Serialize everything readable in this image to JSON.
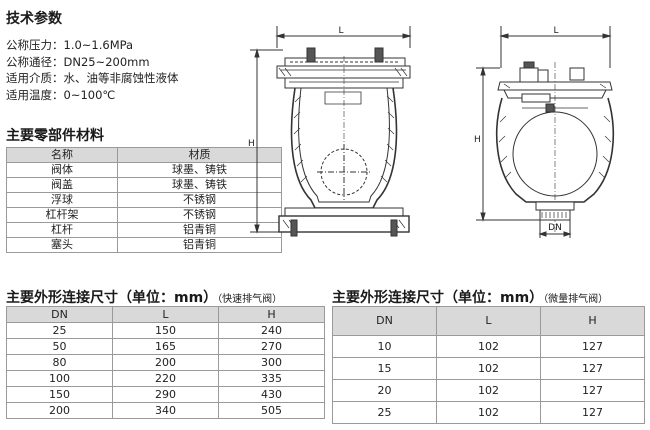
{
  "tech_params": {
    "title": "技术参数",
    "items": [
      {
        "label": "公称压力：",
        "value": "1.0~1.6MPa"
      },
      {
        "label": "公称通径：",
        "value": "DN25~200mm"
      },
      {
        "label": "适用介质：",
        "value": "水、油等非腐蚀性液体"
      },
      {
        "label": "适用温度：",
        "value": "0~100℃"
      }
    ]
  },
  "materials": {
    "title": "主要零部件材料",
    "headers": [
      "名称",
      "材质"
    ],
    "rows": [
      [
        "阀体",
        "球墨、铸铁"
      ],
      [
        "阀盖",
        "球墨、铸铁"
      ],
      [
        "浮球",
        "不锈钢"
      ],
      [
        "杠杆架",
        "不锈钢"
      ],
      [
        "杠杆",
        "铝青铜"
      ],
      [
        "塞头",
        "铝青铜"
      ]
    ]
  },
  "drawings": {
    "left": {
      "dim_width": "L",
      "dim_height": "H"
    },
    "right": {
      "dim_width": "L",
      "dim_height": "H",
      "dim_dn": "DN"
    }
  },
  "dims_fast": {
    "title": "主要外形连接尺寸（单位：mm）",
    "note": "（快速排气阀）",
    "headers": [
      "DN",
      "L",
      "H"
    ],
    "rows": [
      [
        "25",
        "150",
        "240"
      ],
      [
        "50",
        "165",
        "270"
      ],
      [
        "80",
        "200",
        "300"
      ],
      [
        "100",
        "220",
        "335"
      ],
      [
        "150",
        "290",
        "430"
      ],
      [
        "200",
        "340",
        "505"
      ]
    ]
  },
  "dims_micro": {
    "title": "主要外形连接尺寸（单位：mm）",
    "note": "（微量排气阀）",
    "headers": [
      "DN",
      "L",
      "H"
    ],
    "rows": [
      [
        "10",
        "102",
        "127"
      ],
      [
        "15",
        "102",
        "127"
      ],
      [
        "20",
        "102",
        "127"
      ],
      [
        "25",
        "102",
        "127"
      ]
    ]
  }
}
